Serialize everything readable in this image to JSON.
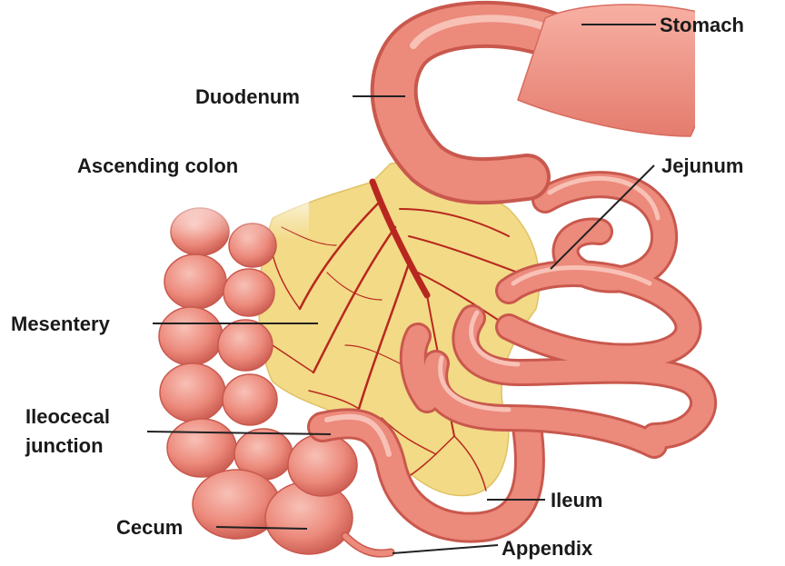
{
  "labels": {
    "stomach": "Stomach",
    "duodenum": "Duodenum",
    "jejunum": "Jejunum",
    "ascending_colon": "Ascending colon",
    "mesentery": "Mesentery",
    "ileocecal_line1": "Ileocecal",
    "ileocecal_line2": "junction",
    "ileum": "Ileum",
    "cecum": "Cecum",
    "appendix": "Appendix"
  },
  "colors": {
    "intestine": "#ec8a7c",
    "intestine_dark": "#c9584d",
    "intestine_light": "#f6b2a6",
    "mesentery": "#f2da86",
    "vessel": "#b8271f",
    "leader": "#222222"
  }
}
